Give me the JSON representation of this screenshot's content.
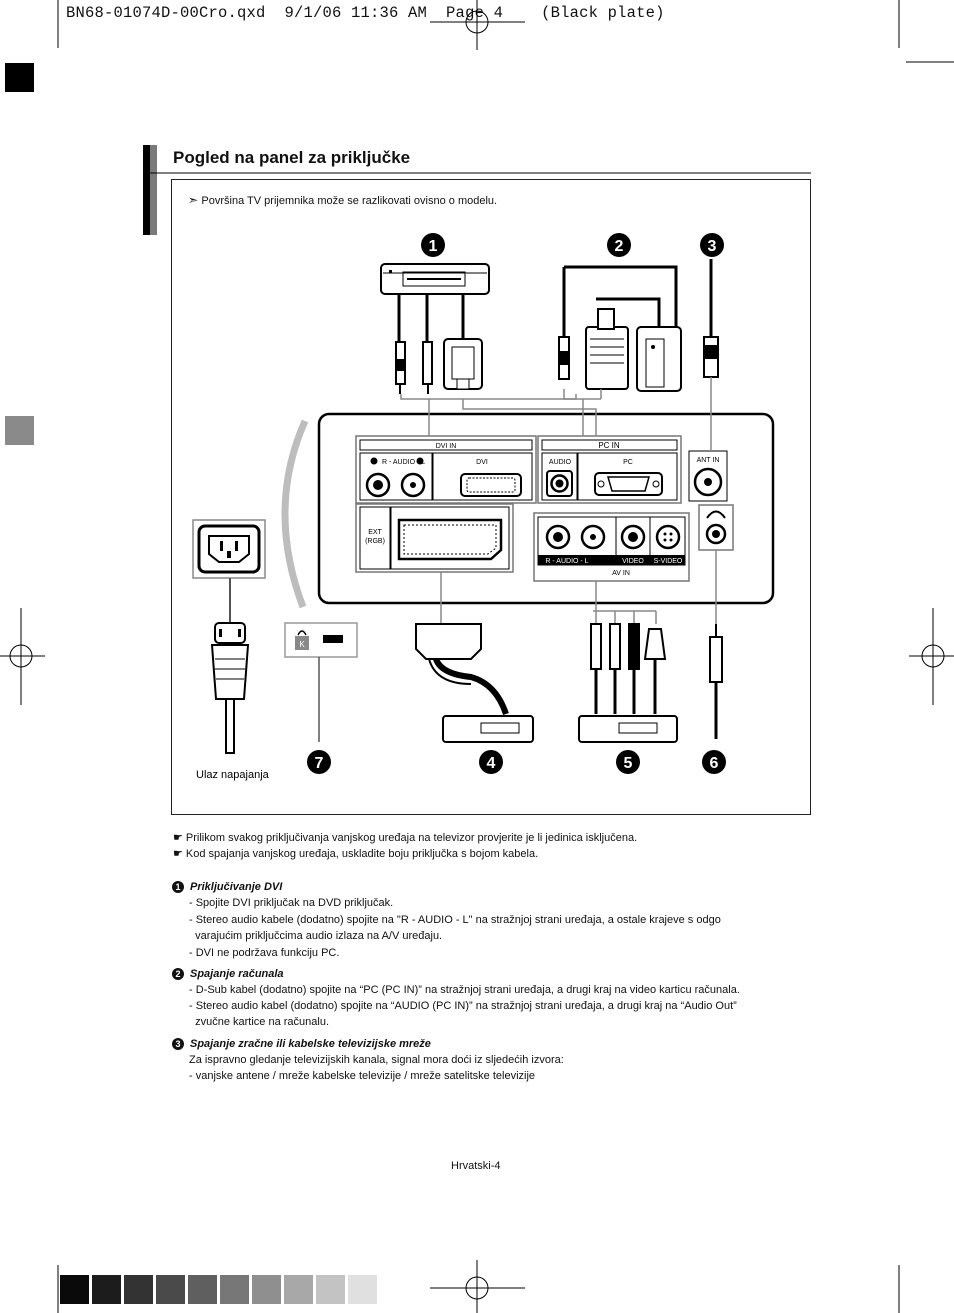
{
  "slug_line": "BN68-01074D-00Cro.qxd  9/1/06 11:36 AM  Page 4    (Black plate)",
  "page_title": "Pogled na panel za priključke",
  "figure": {
    "surface_note": "Površina TV prijemnika može se razlikovati ovisno o modelu.",
    "callouts": [
      "1",
      "2",
      "3",
      "4",
      "5",
      "6",
      "7"
    ],
    "panel_labels": {
      "dvi_in": "DVI IN",
      "audio_rl": "R - AUDIO - L",
      "dvi": "DVI",
      "pc_in": "PC IN",
      "audio": "AUDIO",
      "pc": "PC",
      "ant_in": "ANT IN",
      "ext": "EXT",
      "rgb": "(RGB)",
      "video": "VIDEO",
      "s_video": "S-VIDEO",
      "av_in": "AV IN",
      "k_mark": "K"
    },
    "power_label": "Ulaz napajanja"
  },
  "hand_notes": [
    "Prilikom svakog priključivanja vanjskog uređaja na televizor provjerite je li jedinica isključena.",
    "Kod spajanja vanjskog uređaja, uskladite boju priključka s bojom kabela."
  ],
  "sections": [
    {
      "num": "1",
      "heading": "Priključivanje DVI",
      "lines": [
        "- Spojite DVI priključak na DVD priključak.",
        "- Stereo audio kabele (dodatno) spojite na \"R - AUDIO - L\" na stražnjoj strani uređaja, a ostale krajeve s odgo",
        "  varajućim priključcima audio izlaza na A/V uređaju.",
        "- DVI ne podržava funkciju PC."
      ]
    },
    {
      "num": "2",
      "heading": "Spajanje računala",
      "lines": [
        "- D-Sub kabel (dodatno) spojite na “PC (PC IN)” na stražnjoj strani uređaja, a drugi kraj na video karticu računala.",
        "- Stereo audio kabel (dodatno) spojite na “AUDIO (PC IN)” na stražnjoj strani uređaja, a drugi kraj na “Audio Out”",
        "  zvučne kartice na računalu."
      ]
    },
    {
      "num": "3",
      "heading": "Spajanje zračne ili kabelske televizijske mreže",
      "lines": [
        "Za ispravno gledanje televizijskih kanala, signal mora doći iz sljedećih izvora:",
        "- vanjske antene / mreže kabelske televizije / mreže satelitske televizije"
      ]
    }
  ],
  "footer": "Hrvatski-4",
  "colors": {
    "swatches": [
      "#0a0a0a",
      "#1c1c1c",
      "#333333",
      "#4a4a4a",
      "#5f5f5f",
      "#777777",
      "#8f8f8f",
      "#a8a8a8",
      "#c3c3c3",
      "#e0e0e0"
    ]
  }
}
